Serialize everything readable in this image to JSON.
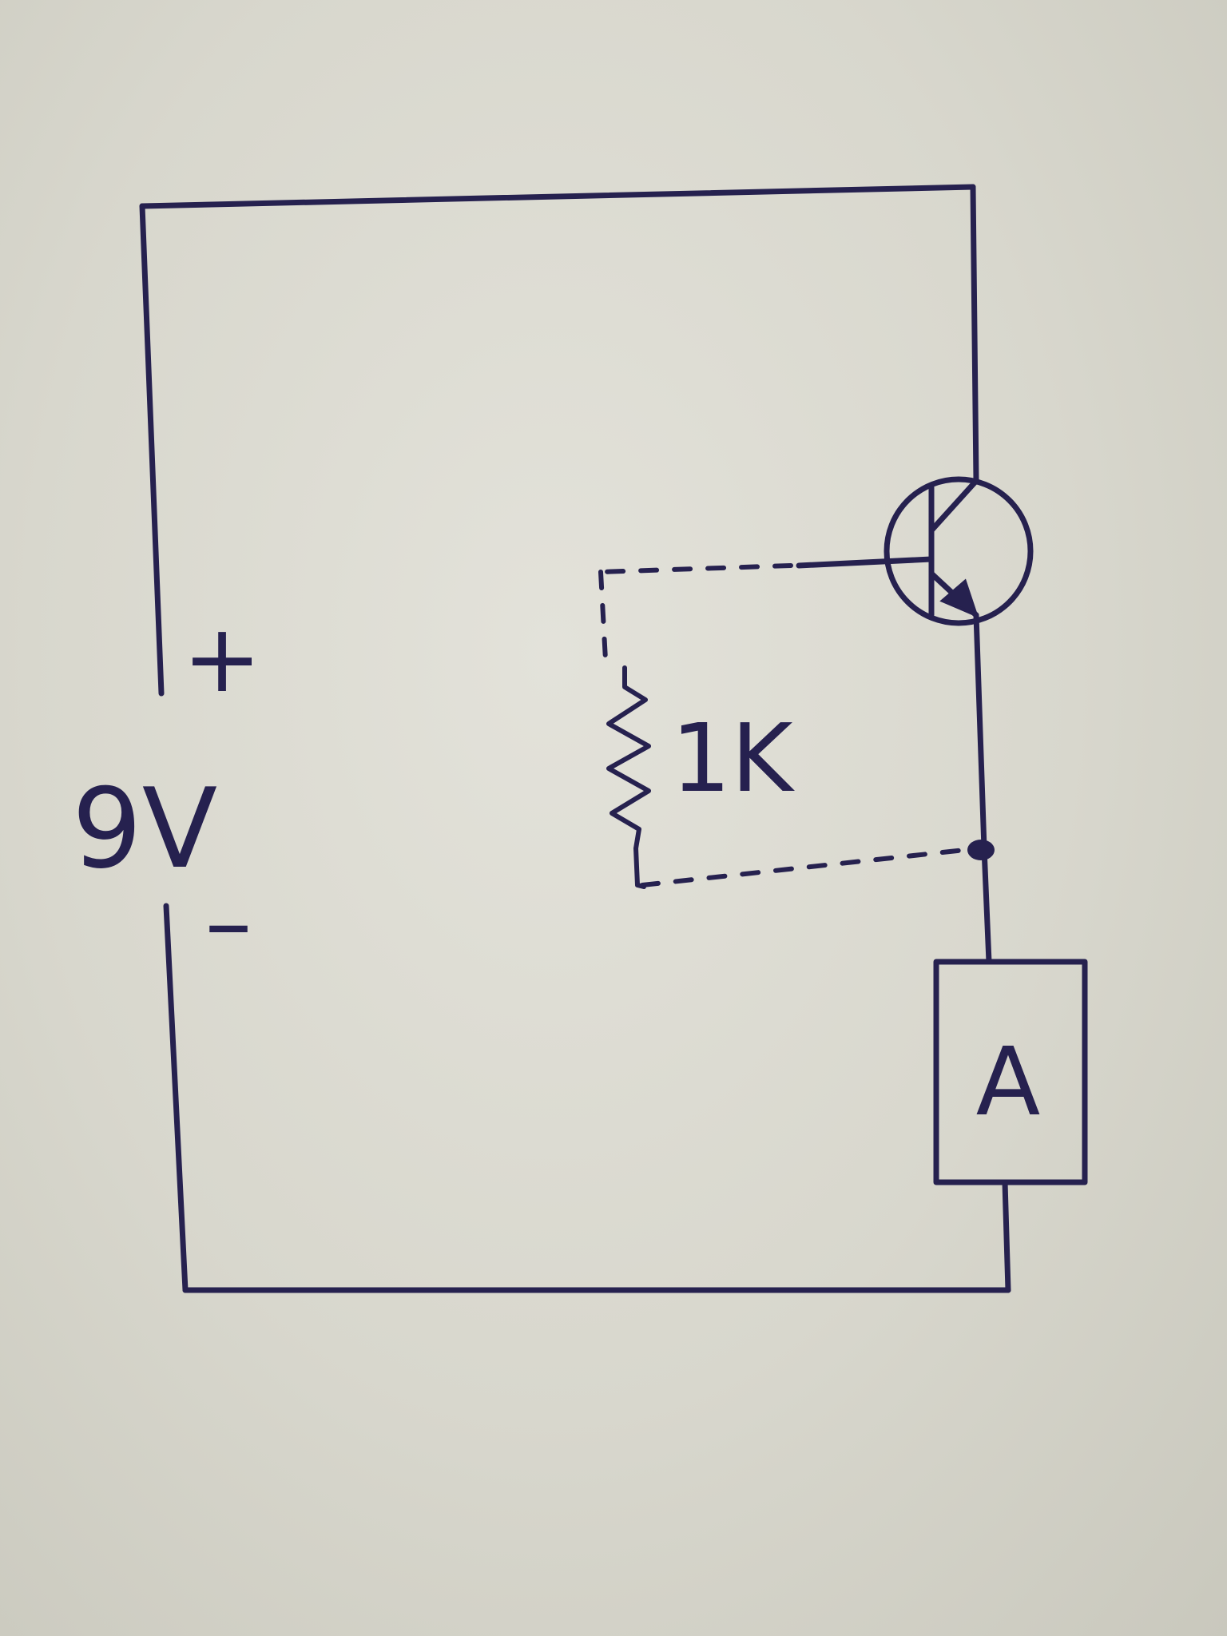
{
  "diagram": {
    "battery": {
      "plus_label": "+",
      "voltage_label": "9V",
      "minus_label": "–"
    },
    "resistor": {
      "value_label": "1K"
    },
    "ammeter": {
      "label": "A"
    },
    "colors": {
      "ink": "#26214f",
      "paper": "#d9d8cf"
    }
  }
}
